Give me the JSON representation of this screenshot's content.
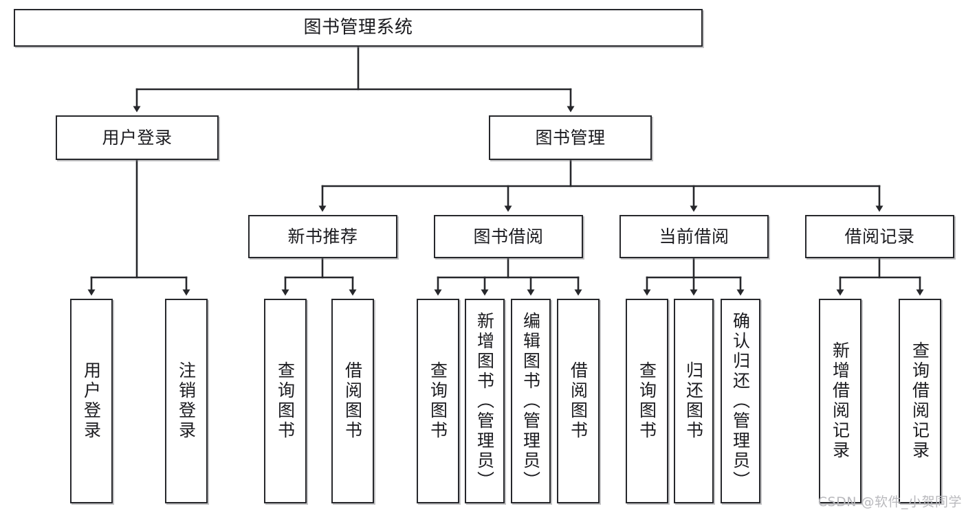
{
  "diagram": {
    "title": "图书管理系统",
    "watermark": "CSDN @软件_小贺同学",
    "colors": {
      "box_border": "#26272b",
      "box_fill": "#ffffff",
      "connector": "#26272b",
      "background": "#ffffff",
      "watermark": "#b9b9bd"
    },
    "levels": [
      {
        "level": 1,
        "nodes": [
          {
            "id": "root",
            "label": "图书管理系统",
            "orientation": "horizontal"
          }
        ]
      },
      {
        "level": 2,
        "nodes": [
          {
            "id": "user-login",
            "label": "用户登录",
            "orientation": "horizontal",
            "parent": "root"
          },
          {
            "id": "book-management",
            "label": "图书管理",
            "orientation": "horizontal",
            "parent": "root"
          }
        ]
      },
      {
        "level": 3,
        "nodes": [
          {
            "id": "new-book-recommend",
            "label": "新书推荐",
            "orientation": "horizontal",
            "parent": "book-management"
          },
          {
            "id": "book-borrow",
            "label": "图书借阅",
            "orientation": "horizontal",
            "parent": "book-management"
          },
          {
            "id": "current-borrow",
            "label": "当前借阅",
            "orientation": "horizontal",
            "parent": "book-management"
          },
          {
            "id": "borrow-record",
            "label": "借阅记录",
            "orientation": "horizontal",
            "parent": "book-management"
          }
        ]
      },
      {
        "level": 4,
        "nodes": [
          {
            "id": "leaf-user-login",
            "label": "用户登录",
            "orientation": "vertical",
            "parent": "user-login"
          },
          {
            "id": "leaf-logout-login",
            "label": "注销登录",
            "orientation": "vertical",
            "parent": "user-login"
          },
          {
            "id": "leaf-query-book-1",
            "label": "查询图书",
            "orientation": "vertical",
            "parent": "new-book-recommend"
          },
          {
            "id": "leaf-borrow-book-1",
            "label": "借阅图书",
            "orientation": "vertical",
            "parent": "new-book-recommend"
          },
          {
            "id": "leaf-query-book-2",
            "label": "查询图书",
            "orientation": "vertical",
            "parent": "book-borrow"
          },
          {
            "id": "leaf-add-book",
            "label": "新增图书（管理员）",
            "orientation": "vertical",
            "parent": "book-borrow"
          },
          {
            "id": "leaf-edit-book",
            "label": "编辑图书（管理员）",
            "orientation": "vertical",
            "parent": "book-borrow"
          },
          {
            "id": "leaf-borrow-book-2",
            "label": "借阅图书",
            "orientation": "vertical",
            "parent": "book-borrow"
          },
          {
            "id": "leaf-query-book-3",
            "label": "查询图书",
            "orientation": "vertical",
            "parent": "current-borrow"
          },
          {
            "id": "leaf-return-book",
            "label": "归还图书",
            "orientation": "vertical",
            "parent": "current-borrow"
          },
          {
            "id": "leaf-confirm-return",
            "label": "确认归还（管理员）",
            "orientation": "vertical",
            "parent": "current-borrow"
          },
          {
            "id": "leaf-add-record",
            "label": "新增借阅记录",
            "orientation": "vertical",
            "parent": "borrow-record"
          },
          {
            "id": "leaf-query-record",
            "label": "查询借阅记录",
            "orientation": "vertical",
            "parent": "borrow-record"
          }
        ]
      }
    ]
  }
}
